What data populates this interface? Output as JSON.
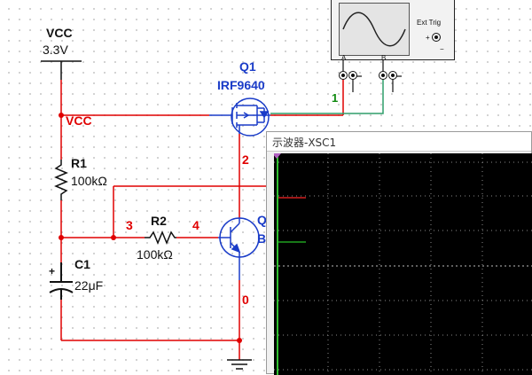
{
  "schematic": {
    "supply": {
      "name": "VCC",
      "voltage": "3.3V"
    },
    "vcc_net_label": "VCC",
    "components": {
      "R1": {
        "ref": "R1",
        "value": "100kΩ"
      },
      "R2": {
        "ref": "R2",
        "value": "100kΩ"
      },
      "C1": {
        "ref": "C1",
        "value": "22μF",
        "polarity": "+"
      },
      "Q1": {
        "ref": "Q1",
        "model": "IRF9640"
      },
      "Q2": {
        "ref_partial": "Q",
        "model_partial": "B"
      }
    },
    "net_numbers": {
      "n0": "0",
      "n1": "1",
      "n2": "2",
      "n3": "3",
      "n4": "4"
    }
  },
  "instrument": {
    "terminal_a": "A",
    "terminal_b": "B",
    "ext_trig": "Ext Trig",
    "plus": "+",
    "minus": "−"
  },
  "scope_window": {
    "title": "示波器-XSC1"
  },
  "colors": {
    "wire_red": "#e00000",
    "wire_green": "#2e9e6a",
    "component_blue": "#1a3cc8",
    "trace_a": "#d42020",
    "trace_b": "#20a020",
    "screen_bg": "#000000"
  }
}
